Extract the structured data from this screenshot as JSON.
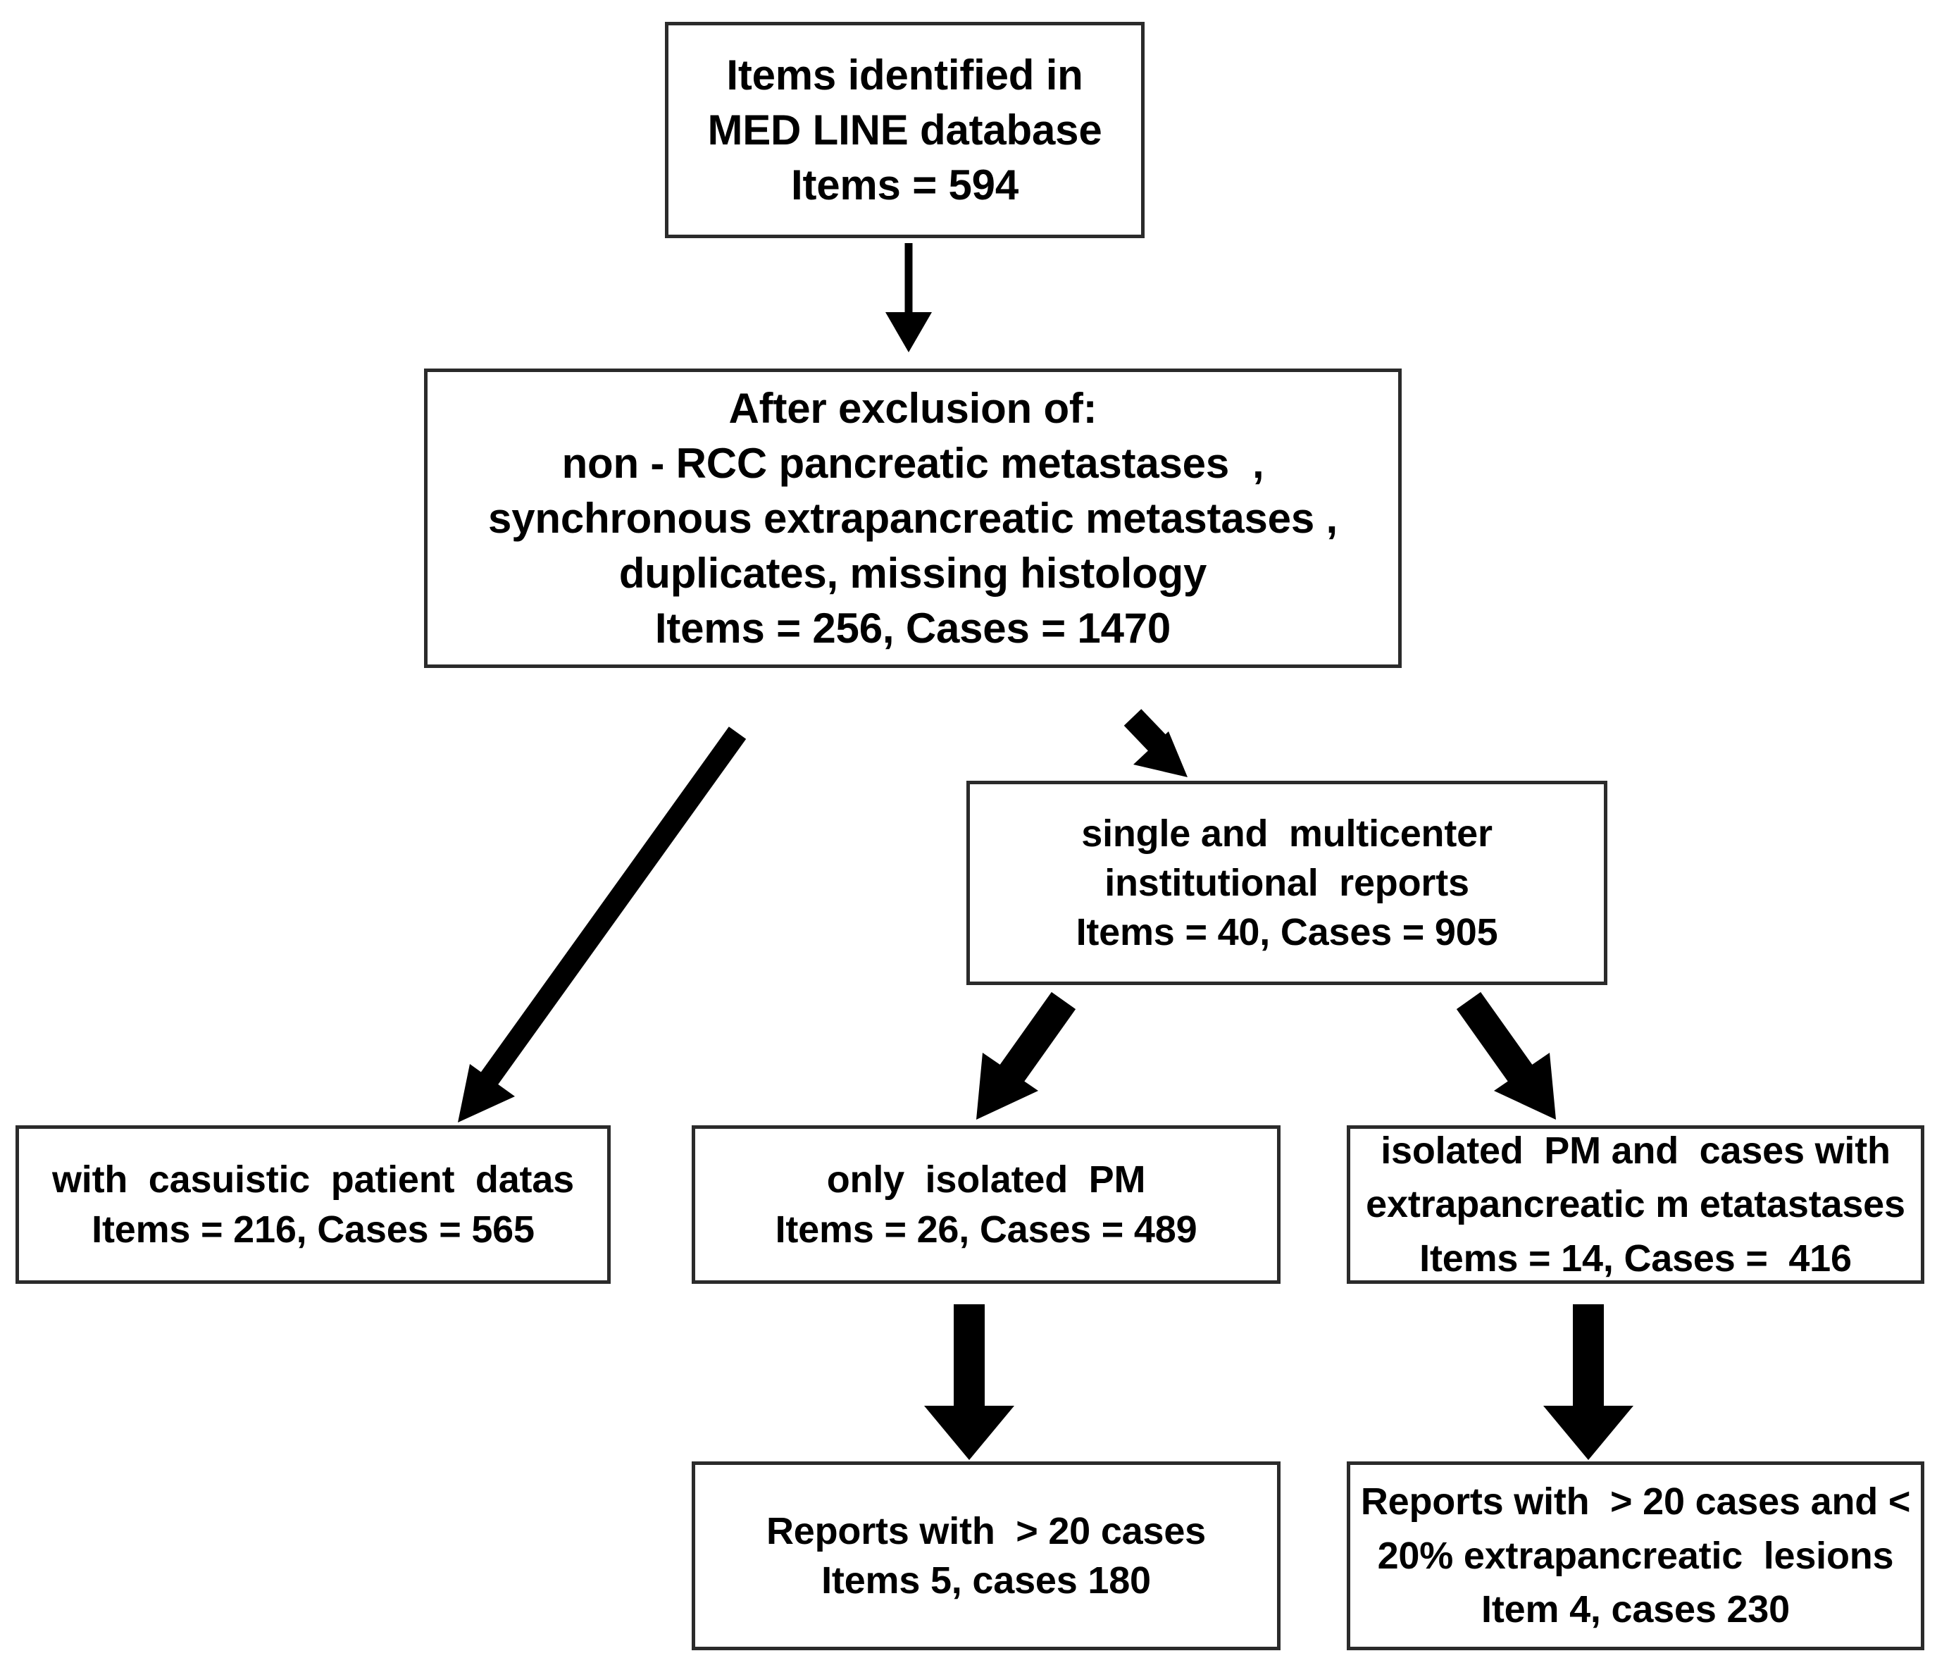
{
  "diagram": {
    "title": "Study selection flowchart",
    "type": "flowchart",
    "stroke_color": "#2b2b2b",
    "arrow_color": "#000000",
    "background": "#ffffff"
  },
  "nodes": {
    "medline": {
      "id": "medline",
      "lines": [
        "Items identified in",
        "MED LINE database",
        "Items = 594"
      ],
      "items": 594
    },
    "exclusion": {
      "id": "exclusion",
      "lines": [
        "After exclusion of:",
        "non - RCC pancreatic metastases  ,",
        "synchronous extrapancreatic metastases ,",
        "duplicates, missing histology",
        "Items = 256, Cases = 1470"
      ],
      "items": 256,
      "cases": 1470
    },
    "institutional": {
      "id": "institutional",
      "lines": [
        "single and  multicenter",
        "institutional  reports",
        "Items = 40, Cases = 905"
      ],
      "items": 40,
      "cases": 905
    },
    "casuistic": {
      "id": "casuistic",
      "lines": [
        "with  casuistic  patient  datas",
        "Items = 216, Cases = 565"
      ],
      "items": 216,
      "cases": 565
    },
    "isolated_pm": {
      "id": "isolated_pm",
      "lines": [
        "only  isolated  PM",
        "Items = 26, Cases = 489"
      ],
      "items": 26,
      "cases": 489
    },
    "isolated_extra": {
      "id": "isolated_extra",
      "lines": [
        "isolated  PM and  cases with",
        "extrapancreatic m etatastases",
        "Items = 14, Cases =  416"
      ],
      "items": 14,
      "cases": 416
    },
    "reports_20": {
      "id": "reports_20",
      "lines": [
        "Reports with  > 20 cases",
        "Items 5, cases 180"
      ],
      "items": 5,
      "cases": 180
    },
    "reports_20_20": {
      "id": "reports_20_20",
      "lines": [
        "Reports with  > 20 cases and <",
        "20% extrapancreatic  lesions",
        "Item 4, cases 230"
      ],
      "items": 4,
      "cases": 230
    }
  },
  "edges": [
    {
      "name": "medline-to-exclusion",
      "from": "medline",
      "to": "exclusion",
      "style": "thin-vertical"
    },
    {
      "name": "exclusion-to-casuistic",
      "from": "exclusion",
      "to": "casuistic",
      "style": "thick-diagonal-left"
    },
    {
      "name": "exclusion-to-institutional",
      "from": "exclusion",
      "to": "institutional",
      "style": "thick-short-diagonal-right"
    },
    {
      "name": "institutional-to-isolated-pm",
      "from": "institutional",
      "to": "isolated_pm",
      "style": "thick-diagonal-left"
    },
    {
      "name": "institutional-to-isolated-extra",
      "from": "institutional",
      "to": "isolated_extra",
      "style": "thick-diagonal-right"
    },
    {
      "name": "isolated-pm-to-reports-20",
      "from": "isolated_pm",
      "to": "reports_20",
      "style": "thick-vertical"
    },
    {
      "name": "isolated-extra-to-reports-20-20",
      "from": "isolated_extra",
      "to": "reports_20_20",
      "style": "thick-vertical"
    }
  ]
}
